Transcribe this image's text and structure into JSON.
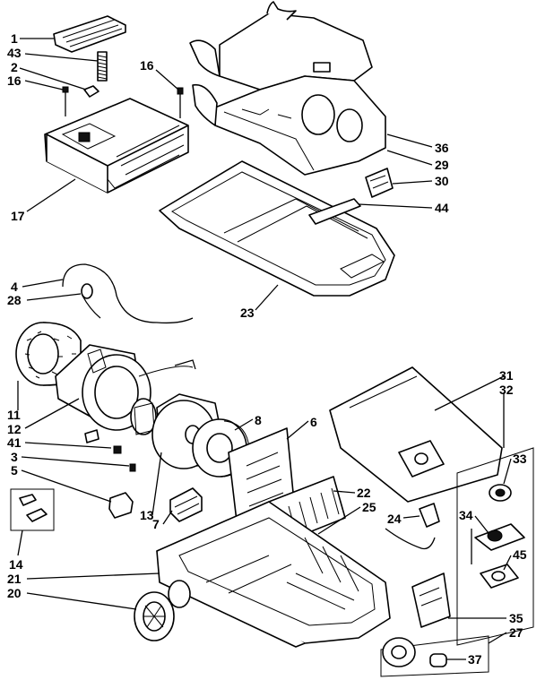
{
  "diagram": {
    "part_numbers": [
      "1",
      "43",
      "2",
      "16",
      "16",
      "17",
      "36",
      "29",
      "30",
      "44",
      "23",
      "4",
      "28",
      "11",
      "12",
      "41",
      "3",
      "5",
      "8",
      "6",
      "13",
      "7",
      "14",
      "22",
      "25",
      "24",
      "31",
      "32",
      "33",
      "34",
      "45",
      "21",
      "20",
      "35",
      "27",
      "37"
    ]
  }
}
